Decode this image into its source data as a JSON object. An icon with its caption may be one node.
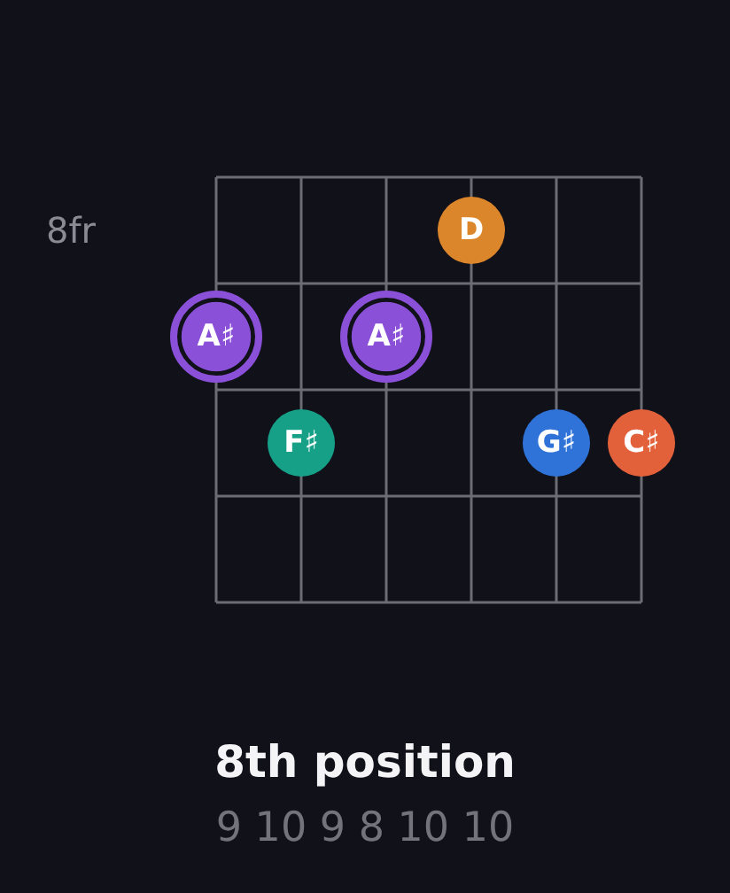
{
  "diagram": {
    "title": "8th position",
    "nodes": [
      {
        "text": [
          "D"
        ]
      },
      {
        "text": [
          "A♯"
        ]
      },
      {
        "text": [
          "A♯"
        ]
      },
      {
        "text": [
          "F♯"
        ]
      },
      {
        "text": [
          "G♯"
        ]
      },
      {
        "text": [
          "C♯"
        ]
      }
    ],
    "labels": [
      "8fr",
      "9 10 9 8 10 10"
    ]
  }
}
